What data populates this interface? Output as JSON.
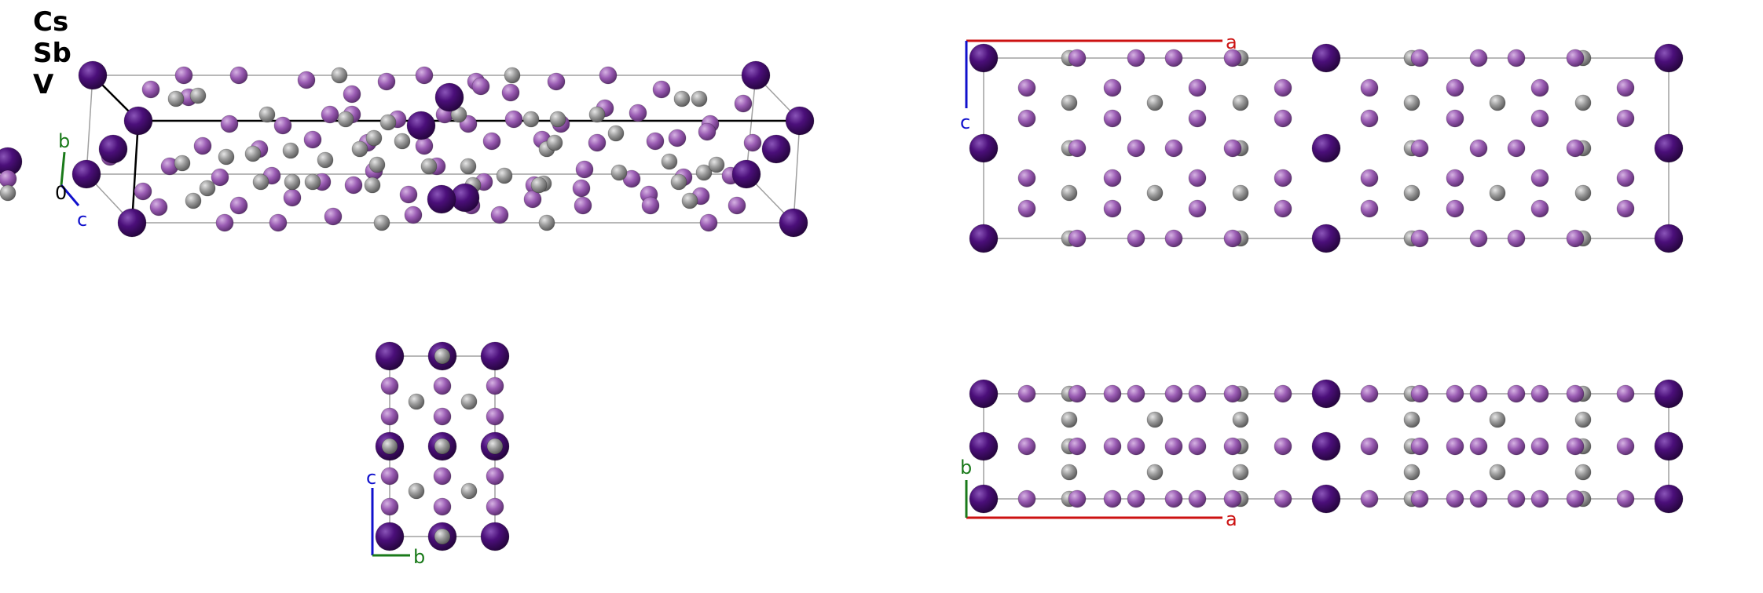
{
  "legend": {
    "elements": [
      {
        "symbol": "Cs",
        "color": "#4b0f7a"
      },
      {
        "symbol": "Sb",
        "color": "#9a5cb3"
      },
      {
        "symbol": "V",
        "color": "#8f8f8f"
      }
    ]
  },
  "views": {
    "perspective": {
      "origin_label": "0",
      "axis_b": "b",
      "axis_c": "c"
    },
    "top_right": {
      "axis_a": "a",
      "axis_c": "c"
    },
    "bottom_left": {
      "axis_c": "c",
      "axis_b": "b"
    },
    "bottom_right": {
      "axis_a": "a",
      "axis_b": "b"
    }
  },
  "colors": {
    "cs": "#4b0f7a",
    "sb": "#9a5cb3",
    "v": "#8f8f8f",
    "axis_a": "#cc1111",
    "axis_b": "#1a7a1a",
    "axis_c": "#1010cc",
    "cell": "#9a9a9a"
  }
}
